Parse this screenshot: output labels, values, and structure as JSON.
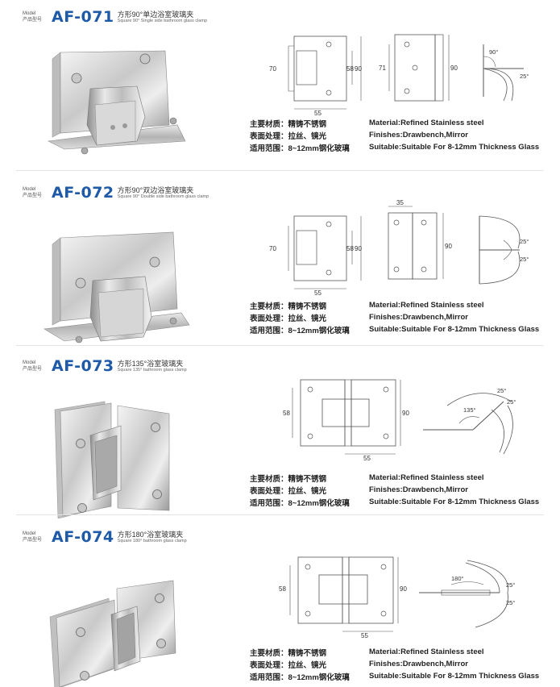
{
  "model_label_en": "Model",
  "model_label_cn": "产品型号",
  "spec_cn": {
    "material": "主要材质：精铸不锈钢",
    "finish": "表面处理：拉丝、镜光",
    "scope": "适用范围：8~12mm钢化玻璃"
  },
  "spec_en": {
    "material": "Material:Refined Stainless steel",
    "finish": "Finishes:Drawbench,Mirror",
    "scope": "Suitable:Suitable For 8-12mm Thickness Glass"
  },
  "products": [
    {
      "code": "AF-071",
      "title_cn": "方形90°单边浴室玻璃夹",
      "title_en": "Square 90° Single side bathroom glass clamp",
      "dims": {
        "a": "70",
        "b": "58",
        "c": "90",
        "d": "55",
        "e": "71",
        "f": "90",
        "g": "90°",
        "h": "25°"
      }
    },
    {
      "code": "AF-072",
      "title_cn": "方形90°双边浴室玻璃夹",
      "title_en": "Square 90° Double side bathroom glass clamp",
      "dims": {
        "a": "70",
        "b": "58",
        "c": "90",
        "d": "55",
        "e": "35",
        "f": "90",
        "g": "25°",
        "h": "25°"
      }
    },
    {
      "code": "AF-073",
      "title_cn": "方形135°浴室玻璃夹",
      "title_en": "Square 135° bathroom glass clamp",
      "dims": {
        "a": "58",
        "b": "90",
        "c": "55",
        "d": "135°",
        "e": "25°",
        "f": "25°"
      }
    },
    {
      "code": "AF-074",
      "title_cn": "方形180°浴室玻璃夹",
      "title_en": "Square 180° bathroom glass clamp",
      "dims": {
        "a": "58",
        "b": "90",
        "c": "55",
        "d": "180°",
        "e": "25°",
        "f": "25°"
      }
    }
  ]
}
